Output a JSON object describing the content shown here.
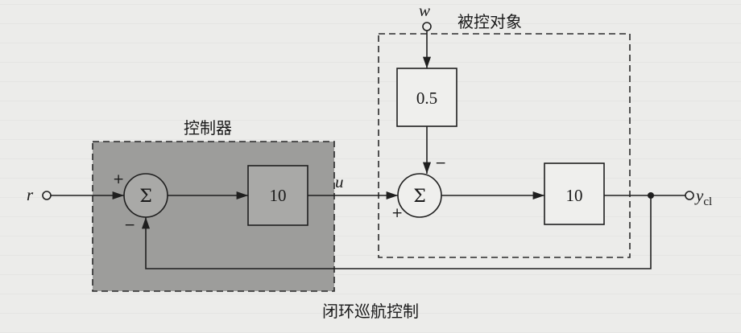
{
  "controller": {
    "label": "控制器",
    "gain": "10",
    "sum_symbol": "Σ",
    "plus_sign": "+",
    "minus_sign": "−"
  },
  "plant": {
    "label": "被控对象",
    "disturbance_gain": "0.5",
    "gain": "10",
    "sum_symbol": "Σ",
    "plus_sign": "+",
    "minus_sign": "−"
  },
  "signals": {
    "reference": "r",
    "control": "u",
    "disturbance": "w",
    "output_main": "y",
    "output_sub": "cl"
  },
  "caption": "闭环巡航控制",
  "colors": {
    "controller_fill": "#9d9d9b",
    "block_fill_light": "#efefed",
    "block_fill_shaded": "#a9a9a7",
    "line": "#1f1f1f"
  }
}
